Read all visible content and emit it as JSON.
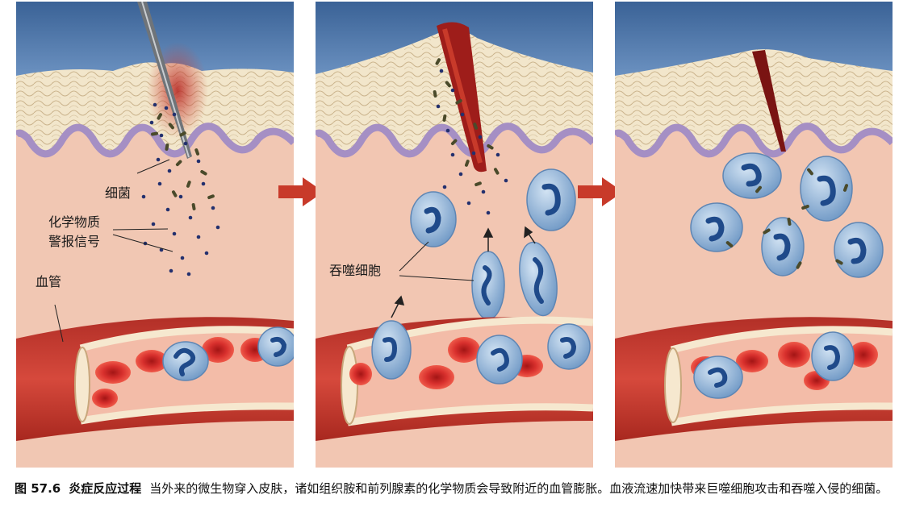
{
  "labels": {
    "bacteria": "细菌",
    "chem_line1": "化学物质",
    "chem_line2": "警报信号",
    "vessel": "血管",
    "phagocyte": "吞噬细胞"
  },
  "caption": {
    "figure_number": "图 57.6",
    "title": "炎症反应过程",
    "text": "当外来的微生物穿入皮肤，诸如组织胺和前列腺素的化学物质会导致附近的血管膨胀。血液流速加快带来巨噬细胞攻击和吞噬入侵的细菌。"
  },
  "colors": {
    "sky": "#3d6699",
    "epidermis": "#efe2c6",
    "basement": "#a58fc4",
    "dermis": "#f1c3ad",
    "vessel_wall": "#c13d32",
    "rbc": "#d8302d",
    "wbc": "#9fc0df",
    "nucleus": "#234b8a",
    "arrow": "#c83a2a"
  },
  "icons": [
    "needle-icon",
    "bacteria-icon",
    "chemical-signal-icon",
    "phagocyte-icon",
    "red-blood-cell-icon",
    "arrow-right-icon"
  ]
}
